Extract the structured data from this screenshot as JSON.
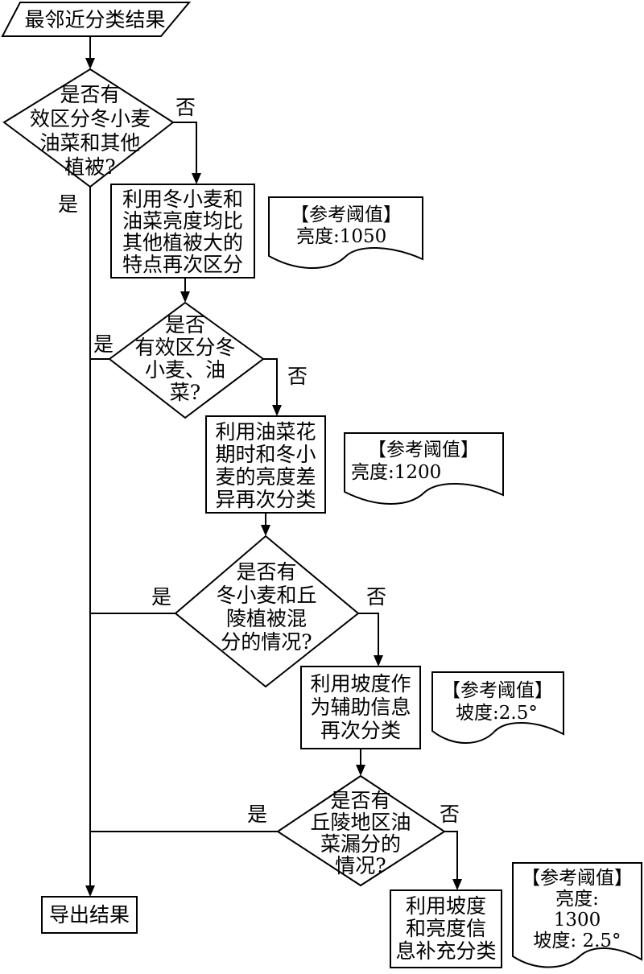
{
  "flowchart": {
    "start": "最邻近分类结果",
    "yes": "是",
    "no": "否",
    "d1": [
      "是否有",
      "效区分冬小麦",
      "油菜和其他",
      "植被?"
    ],
    "p1": [
      "利用冬小麦和",
      "油菜亮度均比",
      "其他植被大的",
      "特点再次区分"
    ],
    "n1": [
      "【参考阈值】",
      "亮度:1050"
    ],
    "d2": [
      "是否",
      "有效区分冬",
      "小麦、油",
      "菜?"
    ],
    "p2": [
      "利用油菜花",
      "期时和冬小",
      "麦的亮度差",
      "异再次分类"
    ],
    "n2": [
      "【参考阈值】",
      "亮度:1200"
    ],
    "d3": [
      "是否有",
      "冬小麦和丘",
      "陵植被混",
      "分的情况?"
    ],
    "p3": [
      "利用坡度作",
      "为辅助信息",
      "再次分类"
    ],
    "n3": [
      "【参考阈值】",
      "坡度:2.5°"
    ],
    "d4": [
      "是否有",
      "丘陵地区油",
      "菜漏分的",
      "情况?"
    ],
    "p4": [
      "利用坡度",
      "和亮度信",
      "息补充分类"
    ],
    "n4": [
      "【参考阈值】",
      "亮度:",
      "1300",
      "坡度: 2.5°"
    ],
    "output": "导出结果"
  }
}
